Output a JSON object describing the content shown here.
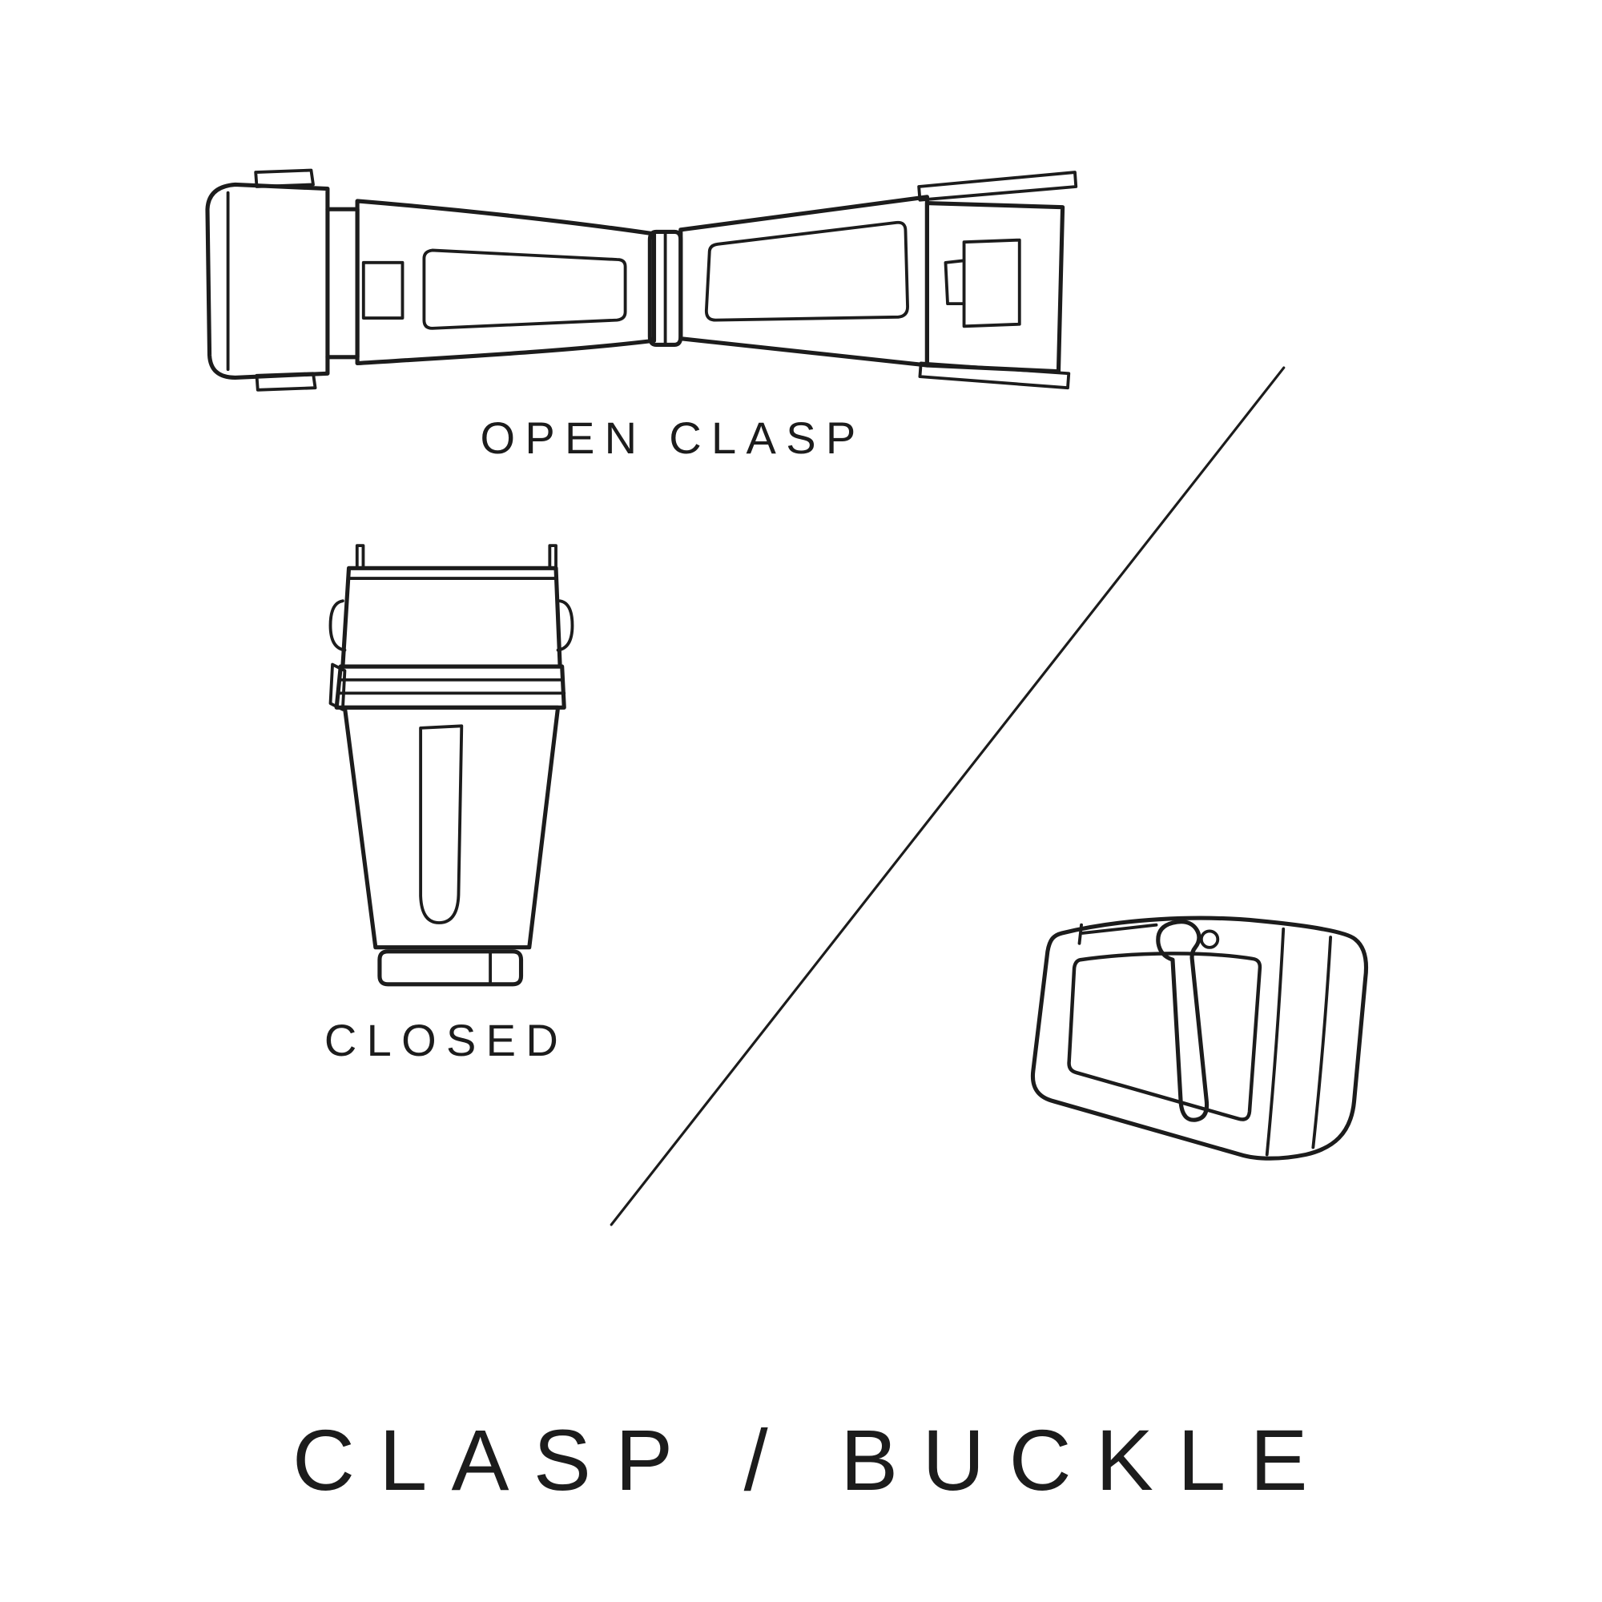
{
  "page": {
    "background_color": "#ffffff",
    "ink_color": "#1c1c1c",
    "title": "CLASP / BUCKLE"
  },
  "figures": {
    "open_clasp": {
      "label": "OPEN CLASP"
    },
    "closed_clasp": {
      "label": "CLOSED"
    }
  },
  "icons": {
    "open_clasp": "open-clasp-illustration",
    "closed_clasp": "closed-clasp-illustration",
    "buckle": "buckle-illustration",
    "divider": "diagonal-divider-line"
  }
}
